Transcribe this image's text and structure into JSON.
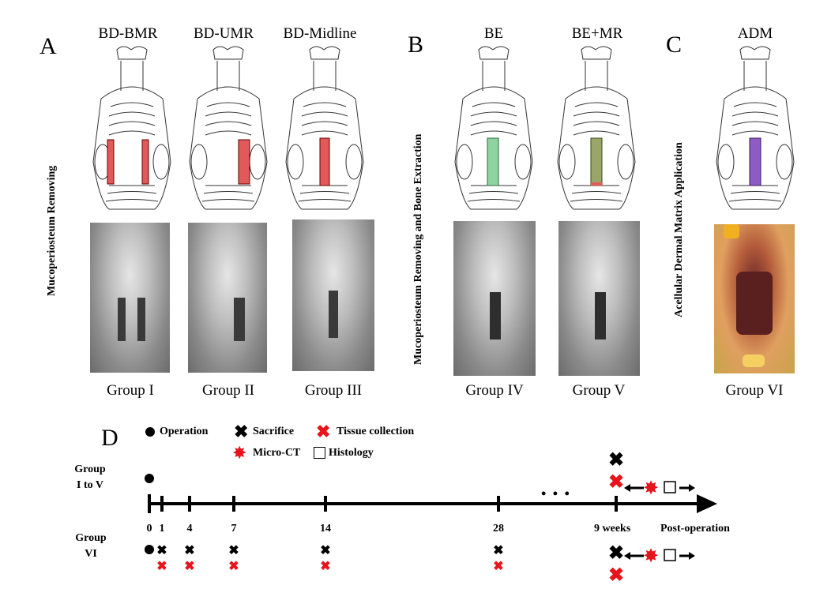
{
  "panels": {
    "A": {
      "letter": "A",
      "side_label": "Mucoperiosteum Removing",
      "columns": [
        {
          "title": "BD-BMR",
          "group": "Group I",
          "fill": "#e05a5a"
        },
        {
          "title": "BD-UMR",
          "group": "Group II",
          "fill": "#e05a5a"
        },
        {
          "title": "BD-Midline",
          "group": "Group III",
          "fill": "#e05a5a"
        }
      ]
    },
    "B": {
      "letter": "B",
      "side_label": "Mucoperiosteum Removing and Bone Extraction",
      "columns": [
        {
          "title": "BE",
          "group": "Group IV",
          "fill": "#8fd4a0"
        },
        {
          "title": "BE+MR",
          "group": "Group V",
          "fill": "#9aa56a"
        }
      ]
    },
    "C": {
      "letter": "C",
      "side_label": "Acellular Dermal Matrix Application",
      "columns": [
        {
          "title": "ADM",
          "group": "Group VI",
          "fill": "#8e5bc2"
        }
      ]
    }
  },
  "timeline": {
    "letter": "D",
    "legend": {
      "operation": "Operation",
      "sacrifice": "Sacrifice",
      "tissue": "Tissue collection",
      "microct": "Micro-CT",
      "histology": "Histology"
    },
    "group_top_label": [
      "Group",
      "I to V"
    ],
    "group_bottom_label": [
      "Group",
      "VI"
    ],
    "ticks": [
      "0",
      "1",
      "4",
      "7",
      "14",
      "28",
      "9 weeks"
    ],
    "end_label": "Post-operation",
    "ellipsis": "• • •",
    "colors": {
      "black": "#000000",
      "red": "#e8141b"
    }
  }
}
